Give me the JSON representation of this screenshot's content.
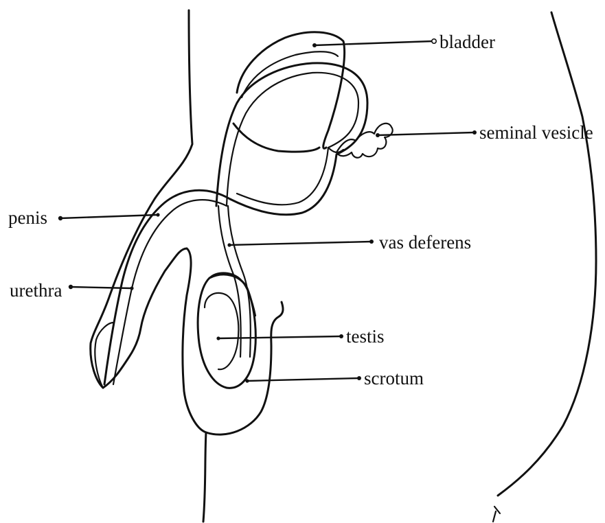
{
  "labels": {
    "bladder": "bladder",
    "seminal_vesicle": "seminal vesicle",
    "penis": "penis",
    "vas_deferens": "vas deferens",
    "urethra": "urethra",
    "testis": "testis",
    "scrotum": "scrotum"
  },
  "colors": {
    "line": "#111111",
    "background": "#ffffff"
  }
}
